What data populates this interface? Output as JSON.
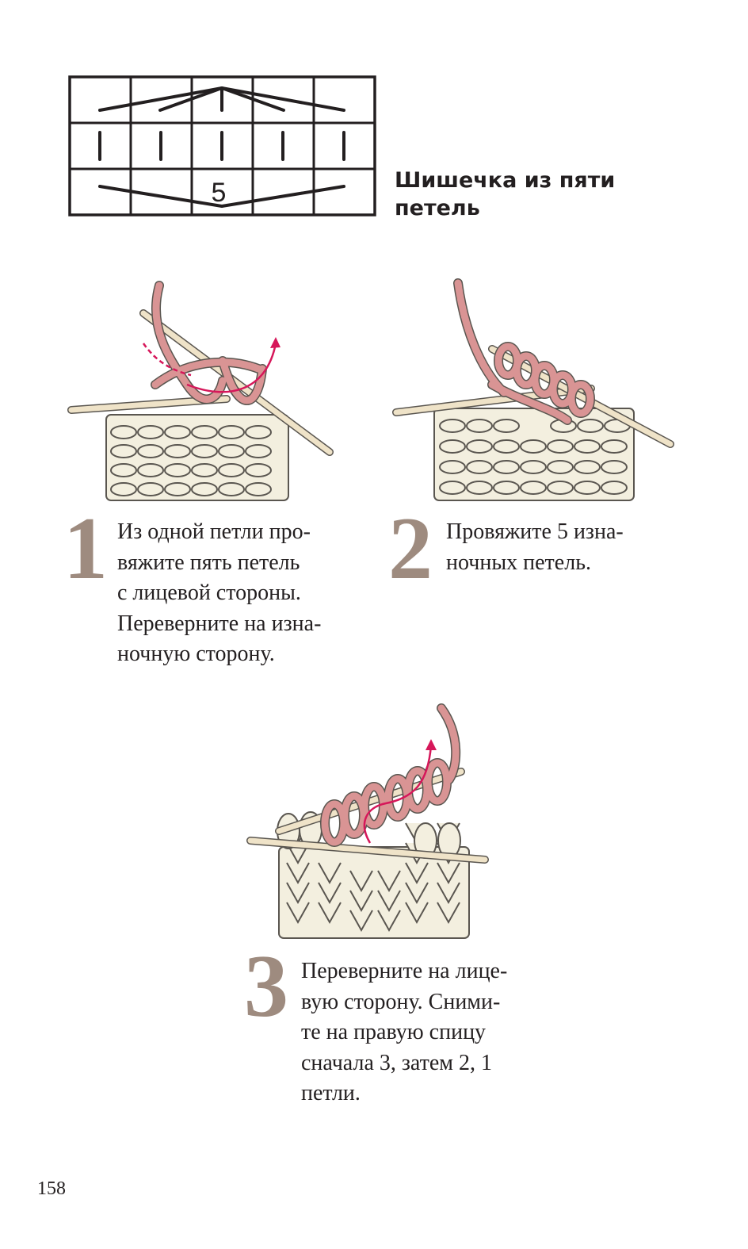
{
  "page": {
    "title_lines": [
      "Шишечка из пяти",
      "петель"
    ],
    "page_number": "158"
  },
  "chart_symbol": {
    "number": "5"
  },
  "steps": [
    {
      "number": "1",
      "lines": [
        "Из одной петли про-",
        "вяжите пять петель",
        "с лицевой стороны.",
        "Переверните на изна-",
        "ночную сторону."
      ]
    },
    {
      "number": "2",
      "lines": [
        "Провяжите 5 изна-",
        "ночных петель."
      ]
    },
    {
      "number": "3",
      "lines": [
        "Переверните на лице-",
        "вую сторону. Сними-",
        "те на правую спицу",
        "сначала 3, затем 2, 1",
        "петли."
      ]
    }
  ],
  "colors": {
    "yarn_cream": "#f3efdf",
    "yarn_outline": "#5a5650",
    "yarn_pink": "#d99494",
    "needle": "#efe3c8",
    "arrow": "#d6175a",
    "step_number": "#9e8b7f",
    "grid": "#231f20"
  }
}
